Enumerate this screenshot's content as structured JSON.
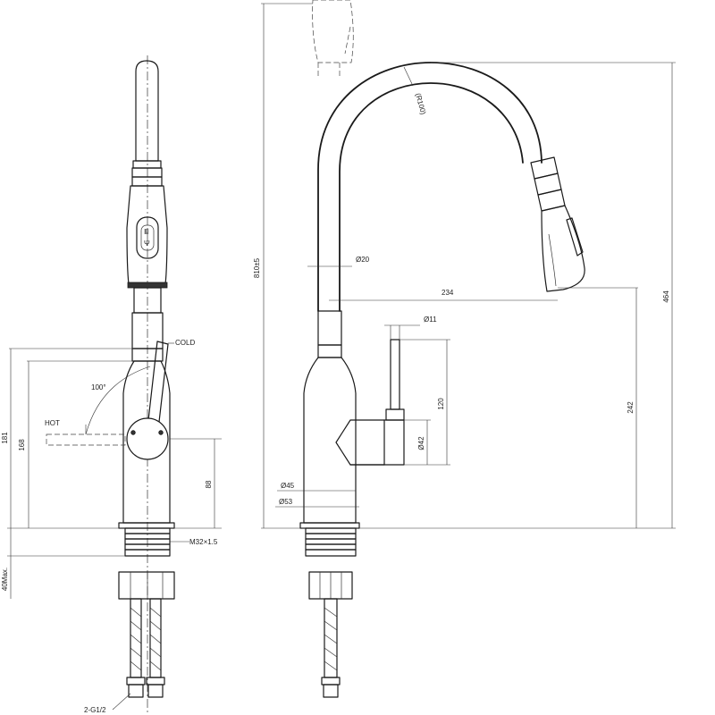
{
  "labels": {
    "cold": "COLD",
    "hot": "HOT",
    "angle_100": "100°",
    "thread_m32": "M32×1.5",
    "max_40": "40Max.",
    "g12": "2-G1/2",
    "r100": "(R100)",
    "d20": "Ø20",
    "d11": "Ø11",
    "d42": "Ø42",
    "d45": "Ø45",
    "d53": "Ø53",
    "h810": "810±5",
    "w234": "234",
    "h464": "464",
    "h242": "242",
    "h120": "120",
    "h181": "181",
    "h168": "168",
    "h88": "88"
  }
}
